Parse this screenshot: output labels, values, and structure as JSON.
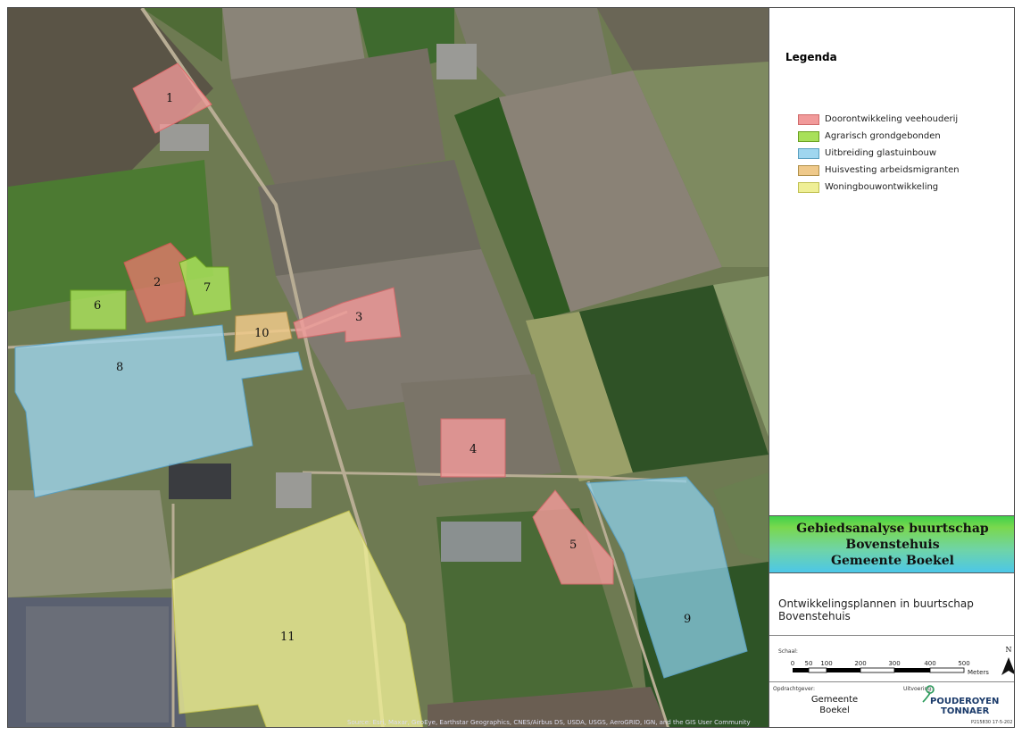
{
  "legend": {
    "title": "Legenda",
    "items": [
      {
        "label": "Doorontwikkeling veehouderij",
        "color": "#f19a9a"
      },
      {
        "label": "Agrarisch grondgebonden",
        "color": "#a8e05a"
      },
      {
        "label": "Uitbreiding glastuinbouw",
        "color": "#9fd6ef"
      },
      {
        "label": "Huisvesting arbeidsmigranten",
        "color": "#efc98a"
      },
      {
        "label": "Woningbouwontwikkeling",
        "color": "#efef96"
      }
    ]
  },
  "title_box": {
    "line1": "Gebiedsanalyse buurtschap",
    "line2": "Bovenstehuis",
    "line3": "Gemeente Boekel"
  },
  "subtitle": "Ontwikkelingsplannen in buurtschap Bovenstehuis",
  "scale": {
    "label": "Schaal:",
    "ticks": [
      "0",
      "50",
      "100",
      "200",
      "300",
      "400",
      "500"
    ],
    "unit": "Meters"
  },
  "north_label": "N",
  "footer": {
    "client_label": "Opdrachtgever:",
    "client_name_1": "Gemeente",
    "client_name_2": "Boekel",
    "executor_label": "Uitvoering:",
    "executor_name_1": "POUDEROYEN",
    "executor_name_2": "TONNAER",
    "code": "P215830 17-5-202"
  },
  "source_text": "Source: Esri, Maxar, GeoEye, Earthstar Geographics, CNES/Airbus DS, USDA, USGS, AeroGRID, IGN, and the GIS User Community",
  "areas": [
    {
      "number": "1",
      "category": 0
    },
    {
      "number": "2",
      "category": 0
    },
    {
      "number": "3",
      "category": 0
    },
    {
      "number": "4",
      "category": 0
    },
    {
      "number": "5",
      "category": 0
    },
    {
      "number": "6",
      "category": 1
    },
    {
      "number": "7",
      "category": 1
    },
    {
      "number": "8",
      "category": 2
    },
    {
      "number": "9",
      "category": 2
    },
    {
      "number": "10",
      "category": 3
    },
    {
      "number": "11",
      "category": 4
    }
  ]
}
